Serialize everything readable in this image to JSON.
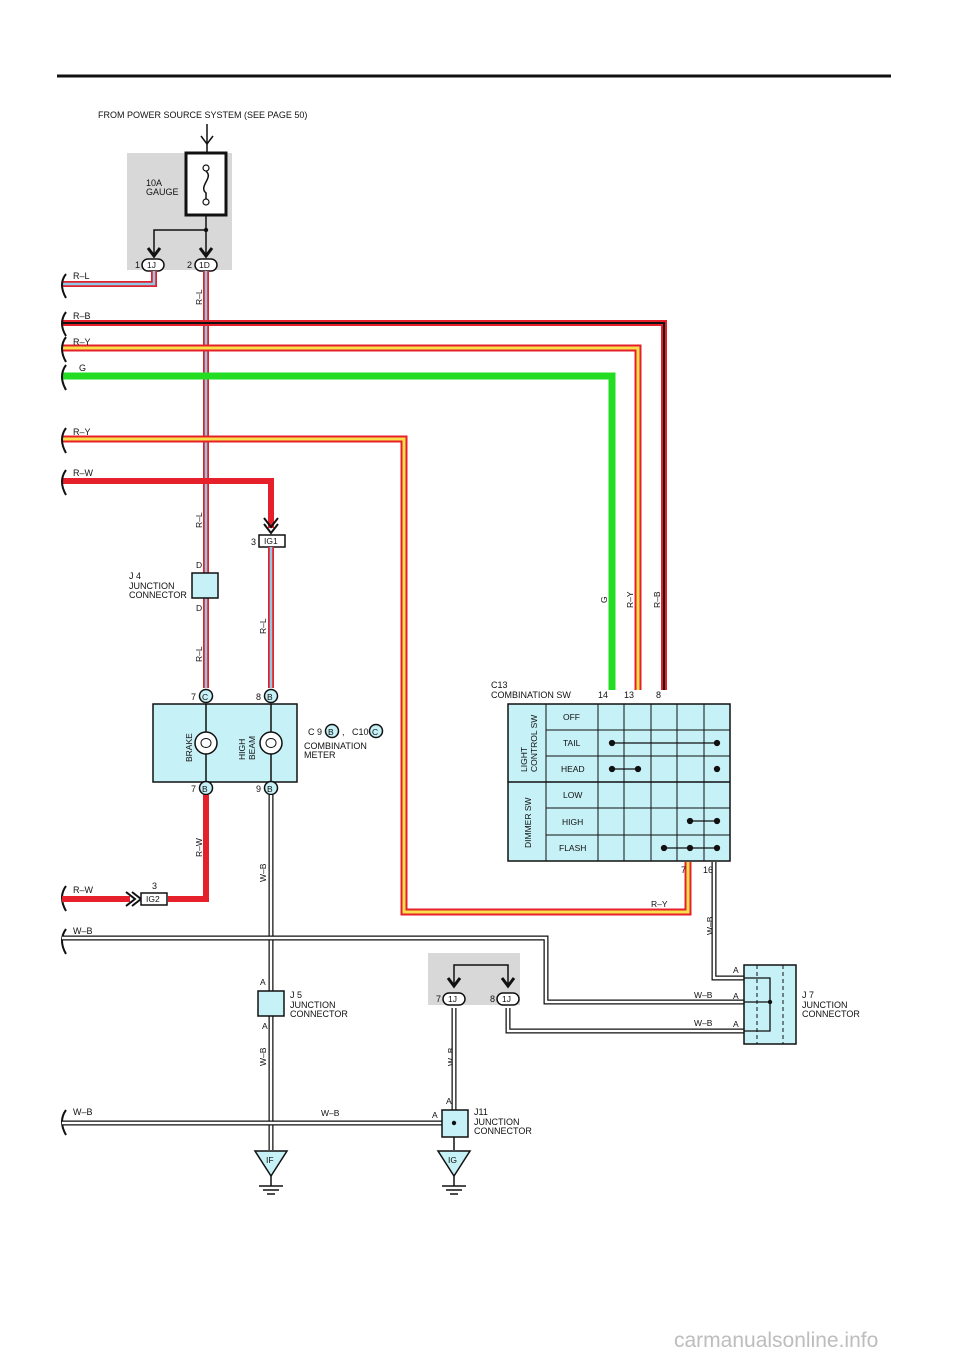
{
  "source_note": "FROM POWER SOURCE SYSTEM (SEE PAGE 50)",
  "fuse": {
    "rating": "10A",
    "name": "GAUGE"
  },
  "fuse_pins": {
    "pin1_num": "1",
    "pin1_conn": "1J",
    "pin2_num": "2",
    "pin2_conn": "1D"
  },
  "wires": {
    "rl": "R–L",
    "rb": "R–B",
    "ry": "R–Y",
    "g": "G",
    "rw": "R–W",
    "wb": "W–B"
  },
  "ig1": {
    "num": "3",
    "name": "IG1"
  },
  "ig2": {
    "num": "3",
    "name": "IG2"
  },
  "j4": {
    "id": "J 4",
    "line1": "JUNCTION",
    "line2": "CONNECTOR",
    "pin": "D"
  },
  "j5": {
    "id": "J 5",
    "line1": "JUNCTION",
    "line2": "CONNECTOR",
    "pin": "A"
  },
  "j7": {
    "id": "J 7",
    "line1": "JUNCTION",
    "line2": "CONNECTOR",
    "pin": "A"
  },
  "j11": {
    "id": "J11",
    "line1": "JUNCTION",
    "line2": "CONNECTOR",
    "pin": "A"
  },
  "meter": {
    "c9": "C 9",
    "c9_code": "B",
    "comma": ",",
    "c10": "C10",
    "c10_code": "C",
    "line1": "COMBINATION",
    "line2": "METER",
    "brake": "BRAKE",
    "high1": "HIGH",
    "high2": "BEAM",
    "pin7c_num": "7",
    "pin7c_code": "C",
    "pin8b_num": "8",
    "pin8b_code": "B",
    "pin7b_num": "7",
    "pin7b_code": "B",
    "pin9b_num": "9",
    "pin9b_code": "B"
  },
  "combo_sw": {
    "id": "C13",
    "name": "COMBINATION SW",
    "pin14": "14",
    "pin13": "13",
    "pin8": "8",
    "pin7": "7",
    "pin16": "16",
    "light1": "LIGHT",
    "light2": "CONTROL SW",
    "dimmer": "DIMMER SW",
    "rows": [
      "OFF",
      "TAIL",
      "HEAD",
      "LOW",
      "HIGH",
      "FLASH"
    ]
  },
  "lower_conn": {
    "pin7_num": "7",
    "pin7_code": "1J",
    "pin8_num": "8",
    "pin8_code": "1J"
  },
  "grounds": {
    "if": "IF",
    "ig": "IG"
  },
  "watermark": "carmanualsonline.info"
}
